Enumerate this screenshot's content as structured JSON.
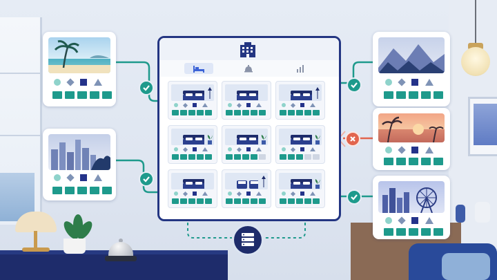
{
  "scene": {
    "subject": "hotel-room-availability-sync",
    "central_panel": {
      "icon": "hotel-building-icon",
      "tabs": [
        {
          "icon": "bed-icon",
          "active": true
        },
        {
          "icon": "service-bell-icon",
          "active": false
        },
        {
          "icon": "bar-chart-icon",
          "active": false
        }
      ],
      "rooms": [
        {
          "bed": "double",
          "accent": "lamp",
          "tiles_on": 5
        },
        {
          "bed": "double",
          "accent": "none",
          "tiles_on": 5
        },
        {
          "bed": "double",
          "accent": "lamp",
          "tiles_on": 5
        },
        {
          "bed": "double",
          "accent": "plant",
          "tiles_on": 5
        },
        {
          "bed": "double",
          "accent": "plant",
          "tiles_on": 4
        },
        {
          "bed": "double",
          "accent": "plant",
          "tiles_on": 3
        },
        {
          "bed": "double",
          "accent": "none",
          "tiles_on": 5
        },
        {
          "bed": "twin",
          "accent": "lamp",
          "tiles_on": 5
        },
        {
          "bed": "double",
          "accent": "plant",
          "tiles_on": 5
        }
      ]
    },
    "channels": [
      {
        "side": "left",
        "scene": "beach-palm",
        "status": "connected"
      },
      {
        "side": "left",
        "scene": "city-skyline",
        "status": "connected"
      },
      {
        "side": "right",
        "scene": "mountains",
        "status": "connected"
      },
      {
        "side": "right",
        "scene": "sunset-beach",
        "status": "disconnected"
      },
      {
        "side": "right",
        "scene": "city-ferris-wheel",
        "status": "connected"
      }
    ],
    "hub_icon": "database-server-icon",
    "colors": {
      "navy": "#233582",
      "teal": "#1e9a8c",
      "error": "#e2654e",
      "panel_bg": "#ffffff"
    }
  }
}
